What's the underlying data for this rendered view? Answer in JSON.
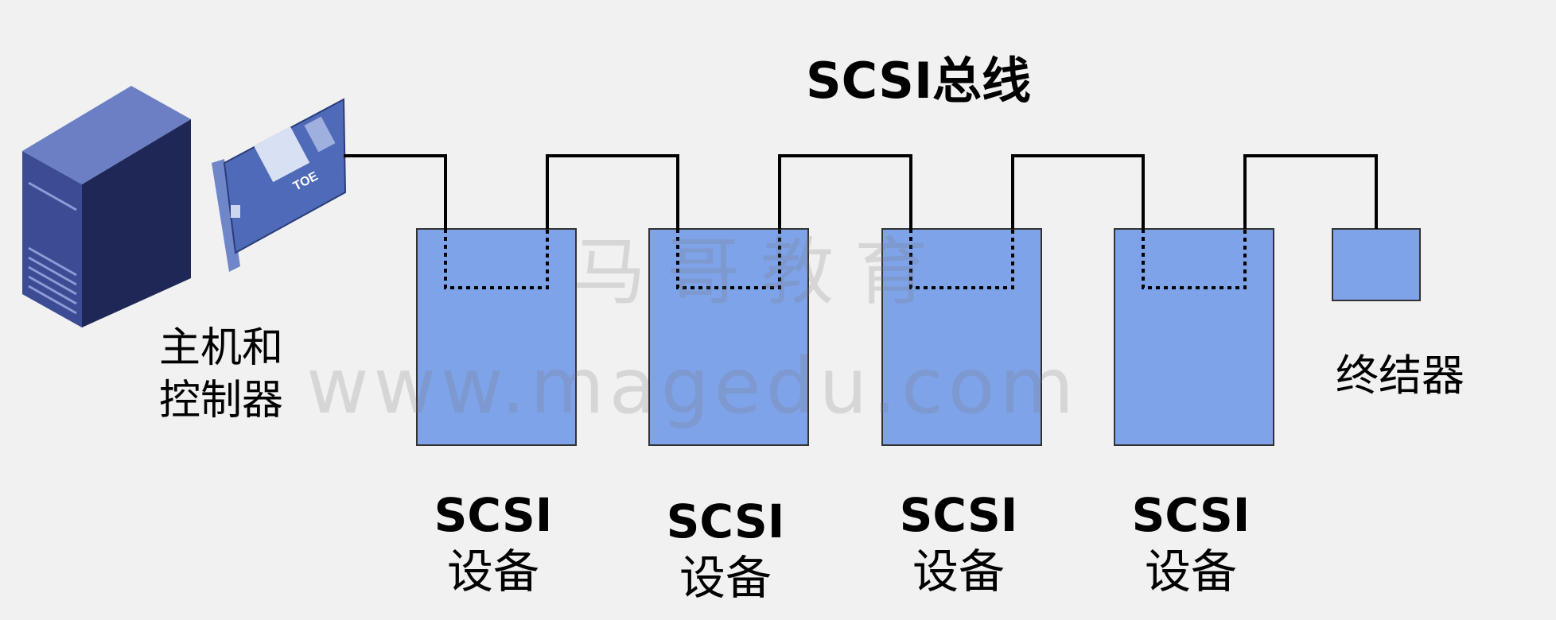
{
  "diagram": {
    "bus_label": "SCSI总线",
    "host_label_line1": "主机和",
    "host_label_line2": "控制器",
    "card_label": "TOE",
    "terminator_label": "终结器",
    "devices": [
      {
        "line1": "SCSI",
        "line2": "设备"
      },
      {
        "line1": "SCSI",
        "line2": "设备"
      },
      {
        "line1": "SCSI",
        "line2": "设备"
      },
      {
        "line1": "SCSI",
        "line2": "设备"
      }
    ],
    "watermark": {
      "line1": "马哥教育",
      "line2": "www.magedu.com"
    }
  },
  "colors": {
    "background": "#f1f1f1",
    "device_fill": "#7fa3e8",
    "device_stroke": "#333333",
    "bus_line": "#000000",
    "server_body": "#3a4a8c",
    "card_fill": "#5873c2"
  }
}
